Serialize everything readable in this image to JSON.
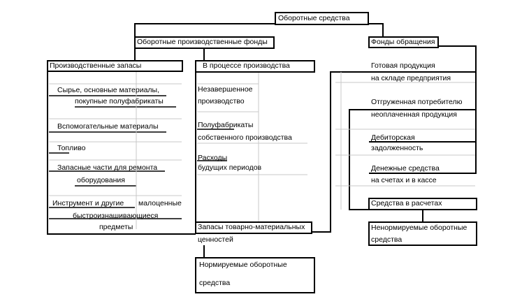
{
  "diagram": {
    "root": "Оборотные средства",
    "production_funds": {
      "title": "Оборотные производственные фонды",
      "inventories": {
        "title": "Производственные запасы",
        "items": [
          [
            "Сырье, основные материалы,",
            "покупные полуфабрикаты"
          ],
          [
            "Вспомогательные материалы"
          ],
          [
            "Топливо"
          ],
          [
            "Запасные части для ремонта",
            "оборудования"
          ],
          [
            "Инструмент и другие",
            "малоценные",
            "быстроизнашивающиеся",
            "предметы"
          ]
        ]
      },
      "in_process": {
        "title": "В процессе производства",
        "items": [
          [
            "Незавершенное",
            "производство"
          ],
          [
            "Полуфабрикаты",
            "собственного производства"
          ],
          [
            "Расходы",
            "будущих периодов"
          ]
        ]
      },
      "stocks": [
        "Запасы товарно-материальных",
        "ценностей"
      ],
      "normed": [
        "Нормируемые оборотные",
        "средства"
      ]
    },
    "circulation_funds": {
      "title": "Фонды обращения",
      "items": [
        [
          "Готовая продукция",
          "на складе предприятия"
        ],
        [
          "Отгруженная потребителю",
          "неоплаченная продукция"
        ],
        [
          "Дебиторская",
          "задолженность"
        ],
        [
          "Денежные средства",
          "на счетах и в кассе"
        ]
      ],
      "settlements": "Средства в расчетах",
      "non_normed": [
        "Ненормируемые оборотные",
        "средства"
      ]
    }
  }
}
